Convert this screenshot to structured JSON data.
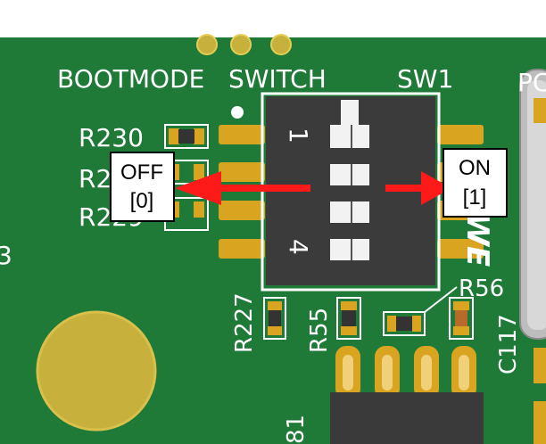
{
  "silkscreen": {
    "bootmode": "BOOTMODE",
    "switch": "SWITCH",
    "sw1": "SW1",
    "pc_partial": "PC",
    "r230": "R230",
    "r2_partial": "R2",
    "r229_partial": "R229",
    "r227": "R227",
    "r55": "R55",
    "r56": "R56",
    "c117": "C117",
    "b81_partial": "81",
    "left_edge_partial": "3",
    "pos1": "1",
    "pos4": "4",
    "nwe": "NWE"
  },
  "callouts": {
    "off_line1": "OFF",
    "off_line2": "[0]",
    "on_line1": "ON",
    "on_line2": "[1]"
  },
  "colors": {
    "board": "#1f7a38",
    "switch_body": "#3b3b3b",
    "pad": "#d9a521",
    "gold": "#c7b03c",
    "arrow": "#ff1a1a"
  }
}
